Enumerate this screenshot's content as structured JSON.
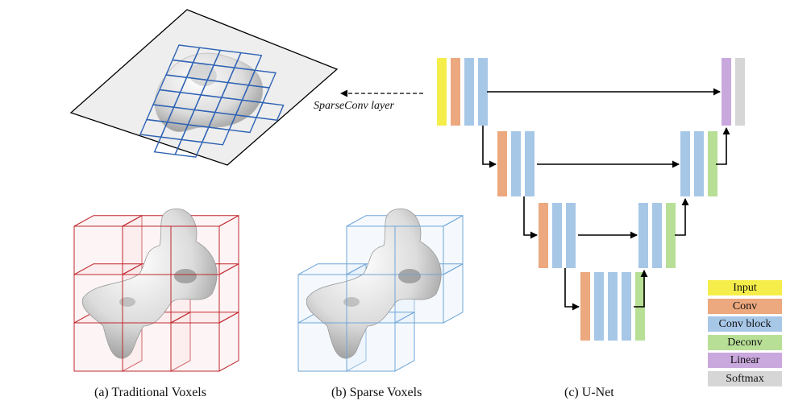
{
  "colors": {
    "input": "#f5ee4a",
    "conv": "#eca87e",
    "conv_block": "#a7c7e7",
    "deconv": "#b8df96",
    "linear": "#c9a8dd",
    "softmax": "#d6d6d6",
    "traditional_voxel": "#c0262d",
    "sparse_voxel": "#6fa6d8",
    "grid": "#2f63b4",
    "plane": "#eeeeee",
    "arrow": "#000000"
  },
  "captions": {
    "a": "(a) Traditional Voxels",
    "b": "(b) Sparse Voxels",
    "c": "(c) U-Net"
  },
  "sparseconv_label": "SparseConv layer",
  "legend": [
    {
      "label": "Input",
      "color": "#f5ee4a"
    },
    {
      "label": "Conv",
      "color": "#eca87e"
    },
    {
      "label": "Conv block",
      "color": "#a7c7e7"
    },
    {
      "label": "Deconv",
      "color": "#b8df96"
    },
    {
      "label": "Linear",
      "color": "#c9a8dd"
    },
    {
      "label": "Softmax",
      "color": "#d6d6d6"
    }
  ]
}
